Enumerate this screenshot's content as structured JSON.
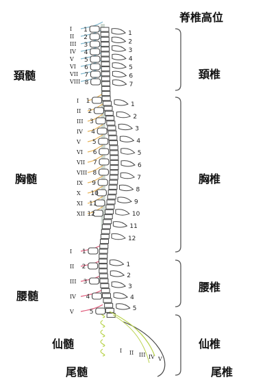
{
  "header": {
    "title": "脊椎高位"
  },
  "cord_segments": [
    {
      "key": "cervical",
      "label": "頚髄"
    },
    {
      "key": "thoracic",
      "label": "胸髄"
    },
    {
      "key": "lumbar",
      "label": "腰髄"
    },
    {
      "key": "sacral",
      "label": "仙髄"
    },
    {
      "key": "coccygeal",
      "label": "尾髄"
    }
  ],
  "vertebral_regions": [
    {
      "key": "cervical",
      "label": "頚椎",
      "count": 7
    },
    {
      "key": "thoracic",
      "label": "胸椎",
      "count": 12
    },
    {
      "key": "lumbar",
      "label": "腰椎",
      "count": 5
    },
    {
      "key": "sacral",
      "label": "仙椎"
    },
    {
      "key": "coccygeal",
      "label": "尾椎"
    }
  ],
  "nerve_numbers": {
    "cervical": [
      "I",
      "II",
      "III",
      "IV",
      "V",
      "VI",
      "VII",
      "VIII"
    ],
    "thoracic": [
      "I",
      "II",
      "III",
      "IV",
      "V",
      "VI",
      "VII",
      "VIII",
      "IX",
      "X",
      "XI",
      "XII"
    ],
    "lumbar": [
      "I",
      "II",
      "III",
      "IV",
      "V"
    ],
    "sacral": [
      "I",
      "II",
      "III",
      "IV",
      "V"
    ]
  },
  "root_numbers": {
    "cervical": [
      "1",
      "2",
      "3",
      "4",
      "5",
      "6",
      "7",
      "8"
    ],
    "thoracic": [
      "1",
      "2",
      "3",
      "4",
      "5",
      "6",
      "7",
      "8",
      "9",
      "10",
      "11",
      "12"
    ],
    "lumbar": [
      "1",
      "2",
      "3",
      "4",
      "5"
    ]
  },
  "vertebra_numbers": {
    "cervical": [
      "1",
      "2",
      "3",
      "4",
      "5",
      "6",
      "7"
    ],
    "thoracic": [
      "1",
      "2",
      "3",
      "4",
      "5",
      "6",
      "7",
      "8",
      "9",
      "10",
      "11",
      "12"
    ],
    "lumbar": [
      "1",
      "2",
      "3",
      "4",
      "5"
    ]
  },
  "colors": {
    "cervical": "#7fb8cf",
    "thoracic": "#e8b45a",
    "lumbar": "#e05a7a",
    "sacral": "#b8d24a",
    "bone": "#444444",
    "bracket": "#555555"
  }
}
